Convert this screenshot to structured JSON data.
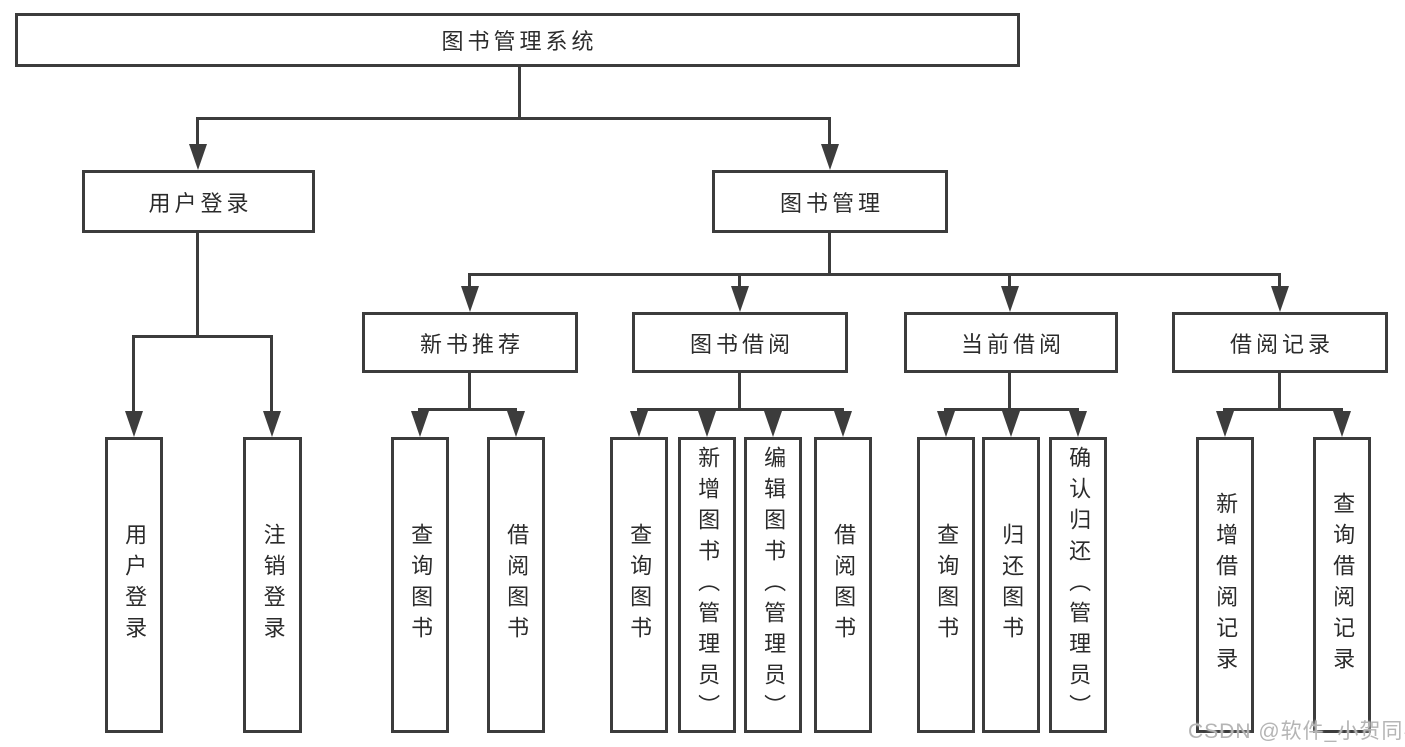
{
  "nodes": {
    "root": "图书管理系统",
    "user_login": "用户登录",
    "book_mgmt": "图书管理",
    "new_book_rec": "新书推荐",
    "book_borrow": "图书借阅",
    "current_borrow": "当前借阅",
    "borrow_record": "借阅记录",
    "leaves": [
      "用户登录",
      "注销登录",
      "查询图书",
      "借阅图书",
      "查询图书",
      "新增图书（管理员）",
      "编辑图书（管理员）",
      "借阅图书",
      "查询图书",
      "归还图书",
      "确认归还（管理员）",
      "新增借阅记录",
      "查询借阅记录"
    ]
  },
  "watermark": "CSDN @软件_小贺同学",
  "colors": {
    "line": "#3c3c3c",
    "text": "#2b2b2b",
    "watermark": "#b5b5b5",
    "background": "#ffffff"
  }
}
